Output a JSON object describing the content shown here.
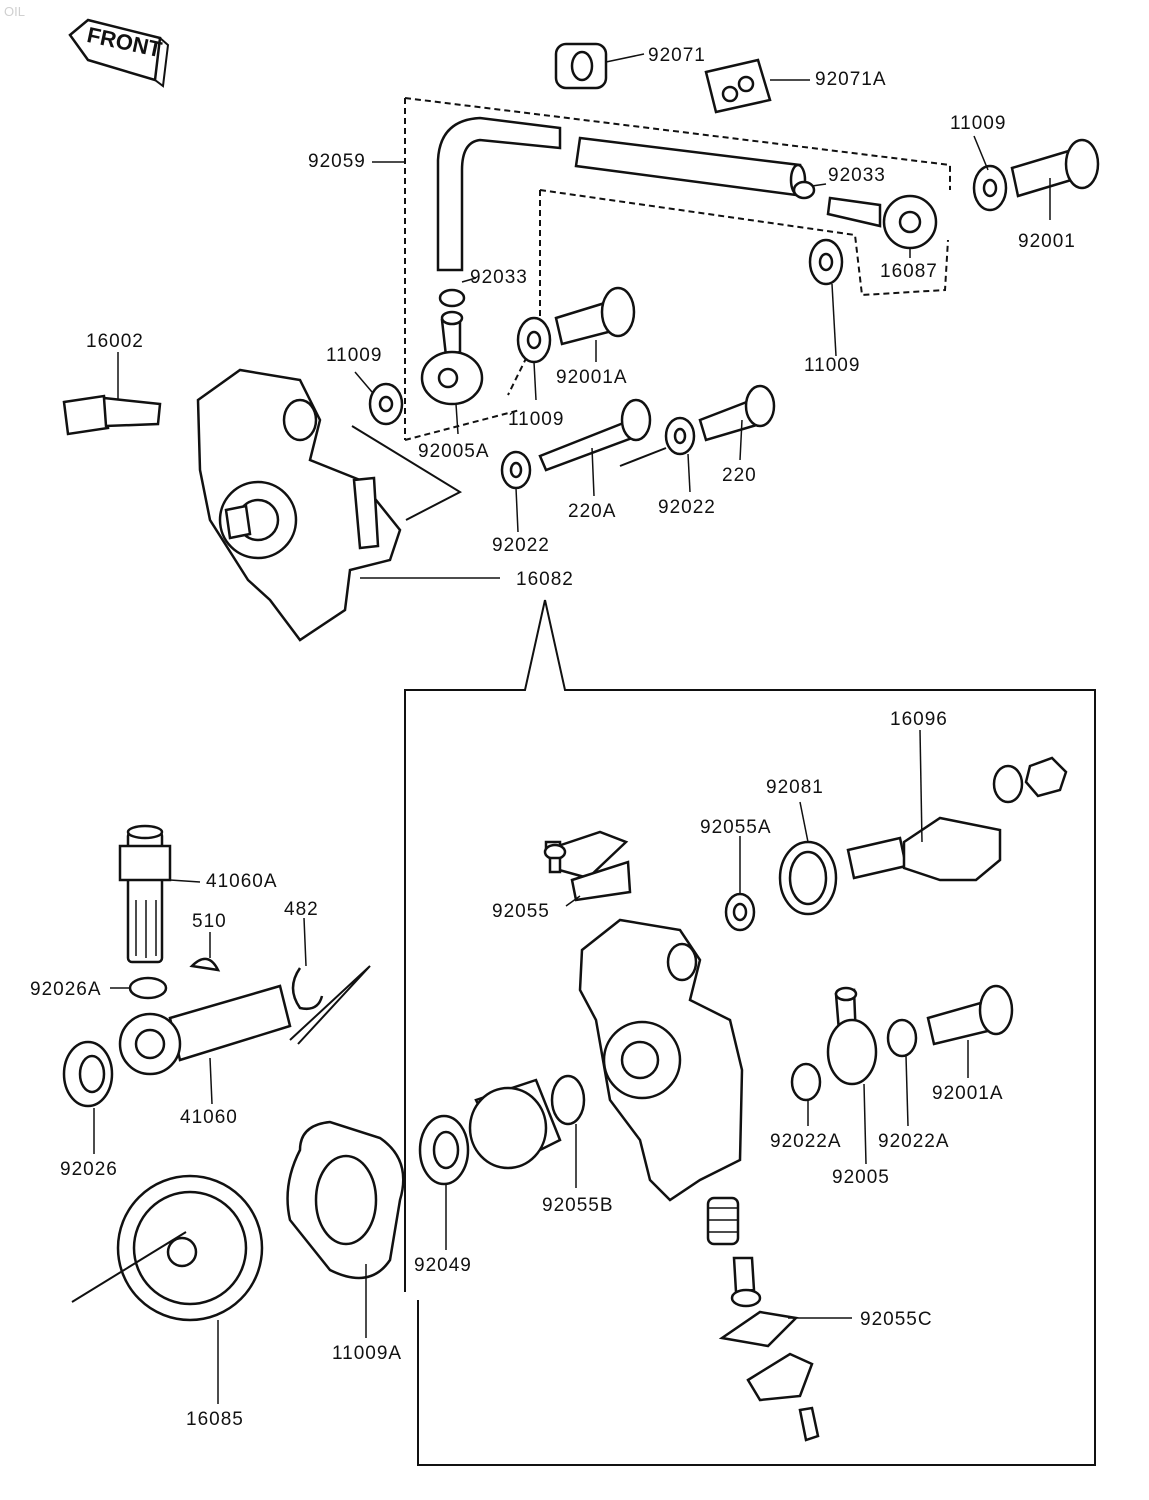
{
  "watermark": "OIL",
  "front_label": "FRONT",
  "labels": {
    "p92071": "92071",
    "p92071A": "92071A",
    "p92059": "92059",
    "p11009_tr": "11009",
    "p92033_t": "92033",
    "p92001": "92001",
    "p92033_m": "92033",
    "p16087": "16087",
    "p16002": "16002",
    "p11009_l": "11009",
    "p92001A_t": "92001A",
    "p11009_r": "11009",
    "p11009_c": "11009",
    "p92005A": "92005A",
    "p220": "220",
    "p220A": "220A",
    "p92022_t": "92022",
    "p92022_b": "92022",
    "p16082": "16082",
    "p16096": "16096",
    "p92081": "92081",
    "p92055A": "92055A",
    "p41060A": "41060A",
    "p510": "510",
    "p482": "482",
    "p92055": "92055",
    "p92026A": "92026A",
    "p41060": "41060",
    "p92026": "92026",
    "p92001A_b": "92001A",
    "p92022A_l": "92022A",
    "p92022A_r": "92022A",
    "p92005": "92005",
    "p92055B": "92055B",
    "p92049": "92049",
    "p92055C": "92055C",
    "p11009A": "11009A",
    "p16085": "16085"
  }
}
